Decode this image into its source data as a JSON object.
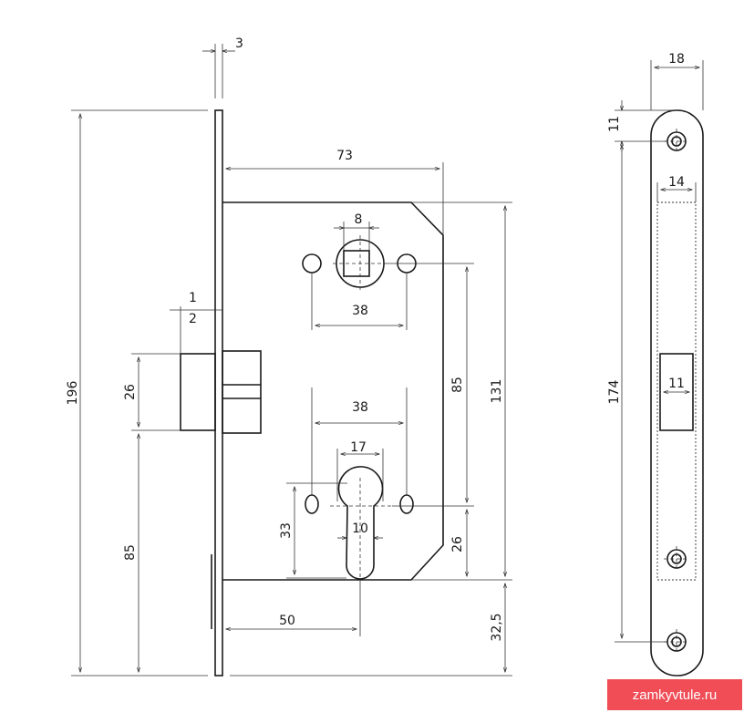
{
  "dimensions": {
    "faceplate_thickness": "3",
    "bolt_offset_top": "1",
    "bolt_offset_bottom": "2",
    "height_total": "196",
    "bolt_height": "26",
    "bolt_to_bottom": "85",
    "backset_depth": "73",
    "spindle_square": "8",
    "screw_spacing_top": "38",
    "screw_spacing_bottom": "38",
    "cylinder_width": "17",
    "cylinder_slot": "10",
    "cylinder_height": "33",
    "center_distance": "85",
    "body_height": "131",
    "cyl_to_body_bottom": "26",
    "body_bottom_to_plate": "32,5",
    "backset": "50",
    "strike_width": "18",
    "strike_top_offset": "11",
    "strike_inner_width": "14",
    "strike_hole_spacing": "174",
    "strike_window": "11"
  },
  "watermark": "zamkyvtule.ru",
  "colors": {
    "line": "#1a1a1a",
    "watermark_bg": "#f04d57"
  }
}
